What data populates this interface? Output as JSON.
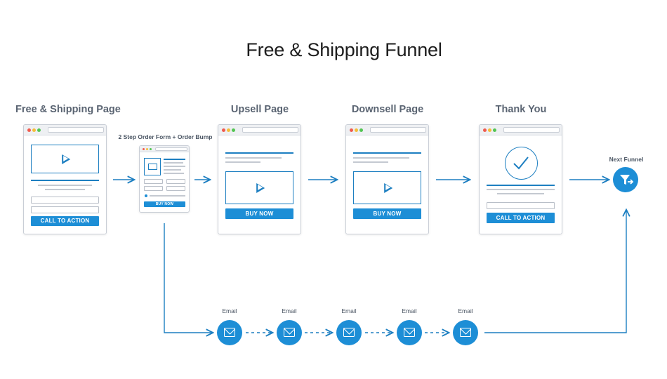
{
  "title": "Free & Shipping Funnel",
  "steps": {
    "free_shipping": {
      "label": "Free & Shipping Page",
      "button": "CALL TO ACTION"
    },
    "order_form": {
      "label": "2 Step Order Form + Order Bump",
      "button": "BUY NOW"
    },
    "upsell": {
      "label": "Upsell Page",
      "button": "BUY NOW"
    },
    "downsell": {
      "label": "Downsell Page",
      "button": "BUY NOW"
    },
    "thank_you": {
      "label": "Thank You",
      "button": "CALL TO ACTION"
    },
    "next_funnel": {
      "label": "Next Funnel"
    }
  },
  "emails": [
    {
      "label": "Email"
    },
    {
      "label": "Email"
    },
    {
      "label": "Email"
    },
    {
      "label": "Email"
    },
    {
      "label": "Email"
    }
  ],
  "colors": {
    "accent": "#1d8ed6",
    "line": "#1d7fc1",
    "title": "#1d1d1d",
    "label": "#5a6472"
  },
  "icons": {
    "play": "play-icon",
    "check": "check-icon",
    "email": "envelope-icon",
    "funnel": "funnel-icon"
  }
}
